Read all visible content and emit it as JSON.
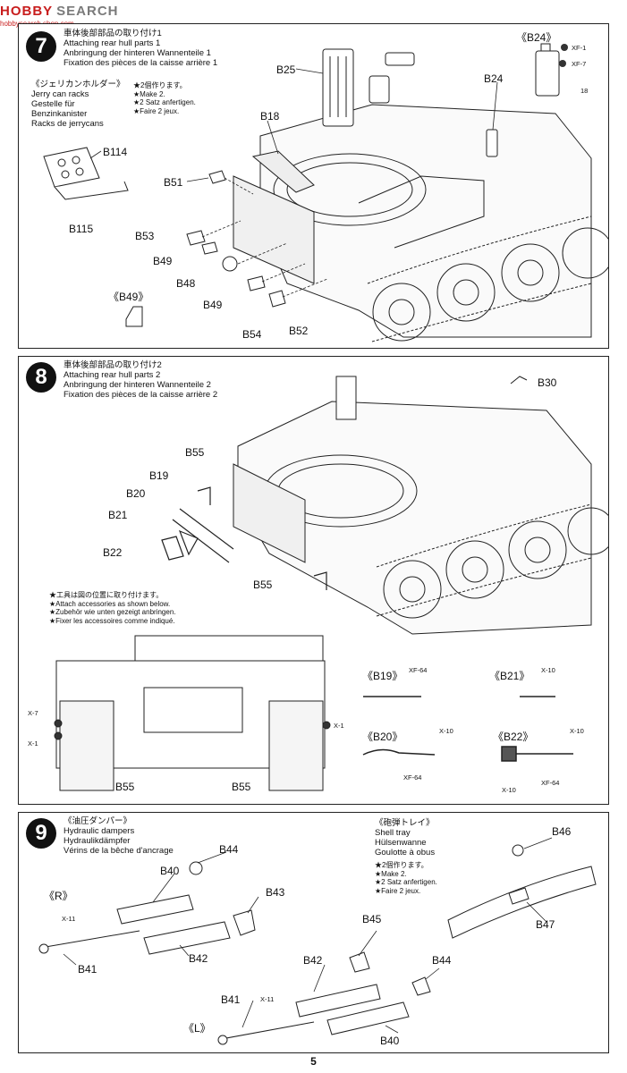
{
  "watermark": {
    "logo": "HOBBY",
    "text": "SEARCH",
    "site": "hobbysearch.shop.com"
  },
  "page_number": "5",
  "step7": {
    "number": "7",
    "title_jp": "車体後部部品の取り付け1",
    "title_en": "Attaching rear hull parts 1",
    "title_de": "Anbringung der hinteren Wannenteile 1",
    "title_fr": "Fixation des pièces de la caisse arrière 1",
    "sub_jp": "《ジェリカンホルダー》",
    "sub_en": "Jerry can racks",
    "sub_de1": "Gestelle für",
    "sub_de2": "Benzinkanister",
    "sub_fr": "Racks de jerrycans",
    "make_jp": "★2個作ります。",
    "make_en": "★Make 2.",
    "make_de": "★2 Satz anfertigen.",
    "make_fr": "★Faire 2 jeux.",
    "callout_b24": "《B24》",
    "color1": "XF-1",
    "color2": "XF-7",
    "num18": "18",
    "detail": "《B49》",
    "parts": {
      "b25": "B25",
      "b24": "B24",
      "b18": "B18",
      "b114": "B114",
      "b115": "B115",
      "b51": "B51",
      "b53": "B53",
      "b49a": "B49",
      "b48": "B48",
      "b49b": "B49",
      "b54": "B54",
      "b52": "B52"
    }
  },
  "step8": {
    "number": "8",
    "title_jp": "車体後部部品の取り付け2",
    "title_en": "Attaching rear hull parts 2",
    "title_de": "Anbringung der hinteren Wannenteile 2",
    "title_fr": "Fixation des pièces de la caisse arrière 2",
    "note_jp": "★工具は図の位置に取り付けます。",
    "note_en": "★Attach accessories as shown below.",
    "note_de": "★Zubehör wie unten gezeigt anbringen.",
    "note_fr": "★Fixer les accessoires comme indiqué.",
    "parts": {
      "b30": "B30",
      "b55a": "B55",
      "b19": "B19",
      "b20": "B20",
      "b21": "B21",
      "b22": "B22",
      "b55b": "B55",
      "b55c": "B55",
      "b55d": "B55"
    },
    "colors": {
      "x7": "X-7",
      "x1a": "X-1",
      "x1b": "X-1"
    },
    "callouts": {
      "b19": {
        "label": "《B19》",
        "paint": "XF-64"
      },
      "b21": {
        "label": "《B21》",
        "paint": "X-10"
      },
      "b20": {
        "label": "《B20》",
        "paint1": "X-10",
        "paint2": "XF-64"
      },
      "b22": {
        "label": "《B22》",
        "paint1": "X-10",
        "paint2": "X-10",
        "paint3": "XF-64"
      }
    }
  },
  "step9": {
    "number": "9",
    "title_jp": "《油圧ダンパー》",
    "title_en": "Hydraulic dampers",
    "title_de": "Hydraulikdämpfer",
    "title_fr": "Vérins de la bêche d'ancrage",
    "tray_jp": "《砲弾トレイ》",
    "tray_en": "Shell tray",
    "tray_de": "Hülsenwanne",
    "tray_fr": "Goulotte à obus",
    "make_jp": "★2個作ります。",
    "make_en": "★Make 2.",
    "make_de": "★2 Satz anfertigen.",
    "make_fr": "★Faire 2 jeux.",
    "side_r": "《R》",
    "side_l": "《L》",
    "x11a": "X-11",
    "x11b": "X-11",
    "parts": {
      "b44a": "B44",
      "b40a": "B40",
      "b43": "B43",
      "b41a": "B41",
      "b42a": "B42",
      "b45": "B45",
      "b42b": "B42",
      "b44b": "B44",
      "b41b": "B41",
      "b40b": "B40",
      "b46": "B46",
      "b47": "B47"
    }
  }
}
